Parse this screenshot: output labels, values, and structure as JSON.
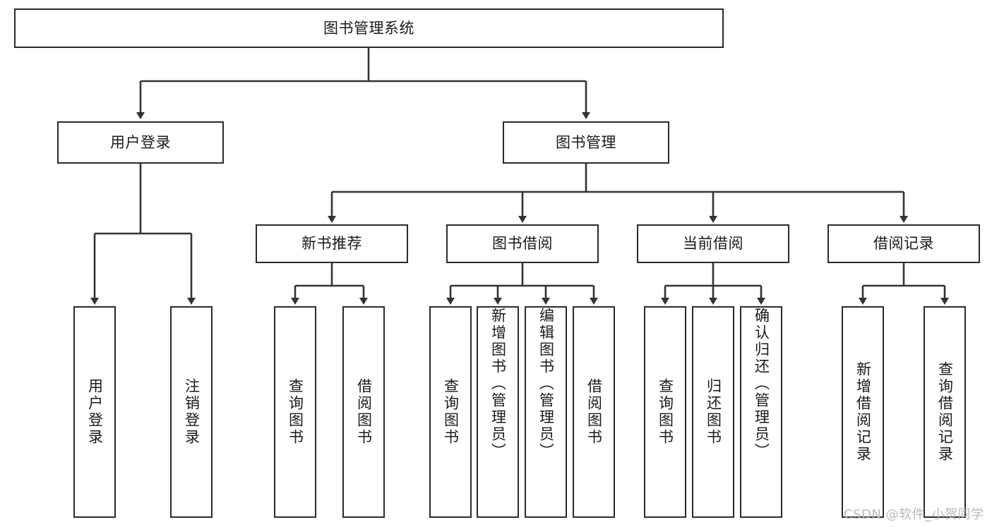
{
  "diagram": {
    "title": "图书管理系统",
    "type": "tree",
    "root": {
      "id": "root",
      "label": "图书管理系统"
    },
    "level2": [
      {
        "id": "user-login",
        "label": "用户登录"
      },
      {
        "id": "book-manage",
        "label": "图书管理"
      }
    ],
    "level3": [
      {
        "id": "new-book-rec",
        "label": "新书推荐"
      },
      {
        "id": "book-borrow",
        "label": "图书借阅"
      },
      {
        "id": "current-borrow",
        "label": "当前借阅"
      },
      {
        "id": "borrow-record",
        "label": "借阅记录"
      }
    ],
    "leaves": {
      "user_login": [
        {
          "id": "leaf-user-login",
          "label": "用户登录"
        },
        {
          "id": "leaf-logout",
          "label": "注销登录"
        }
      ],
      "new_book_rec": [
        {
          "id": "leaf-query-book-1",
          "label": "查询图书"
        },
        {
          "id": "leaf-borrow-book-1",
          "label": "借阅图书"
        }
      ],
      "book_borrow": [
        {
          "id": "leaf-query-book-2",
          "label": "查询图书"
        },
        {
          "id": "leaf-add-book",
          "label": "新增图书（管理员）"
        },
        {
          "id": "leaf-edit-book",
          "label": "编辑图书（管理员）"
        },
        {
          "id": "leaf-borrow-book-2",
          "label": "借阅图书"
        }
      ],
      "current_borrow": [
        {
          "id": "leaf-query-book-3",
          "label": "查询图书"
        },
        {
          "id": "leaf-return-book",
          "label": "归还图书"
        },
        {
          "id": "leaf-confirm-return",
          "label": "确认归还（管理员）"
        }
      ],
      "borrow_record": [
        {
          "id": "leaf-add-record",
          "label": "新增借阅记录"
        },
        {
          "id": "leaf-query-record",
          "label": "查询借阅记录"
        }
      ]
    }
  },
  "watermark": {
    "text": "CSDN @软件_小贺同学"
  },
  "colors": {
    "background": "#ffffff",
    "border": "#2b2b2b",
    "text": "#1a1a1a",
    "wire": "#333333",
    "watermark": "#b9b9b9"
  }
}
